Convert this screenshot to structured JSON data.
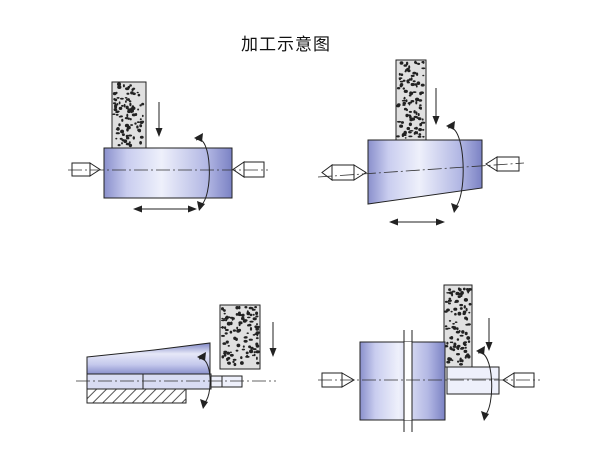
{
  "title": "加工示意图",
  "colors": {
    "workpiece_light": "#eef0fb",
    "workpiece_mid": "#b8bde6",
    "workpiece_dark": "#6e75bd",
    "outline": "#222222",
    "grinding_wheel_fill": "#d9d9d9",
    "grit": "#222222",
    "centerline": "#333333",
    "hatch": "#555555"
  },
  "panels": [
    {
      "id": "cylindrical-traverse",
      "operation": "straight-cylinder-grinding-with-axial-feed"
    },
    {
      "id": "taper-traverse",
      "operation": "tapered-workpiece-grinding-with-axial-feed"
    },
    {
      "id": "bore-plunge",
      "operation": "chucked-workpiece-grinding"
    },
    {
      "id": "shoulder-plunge",
      "operation": "shoulder-plunge-grinding"
    }
  ],
  "icons": [
    "grinding-wheel-icon",
    "rotation-arrow-icon",
    "feed-arrow-icon",
    "center-point-icon"
  ]
}
